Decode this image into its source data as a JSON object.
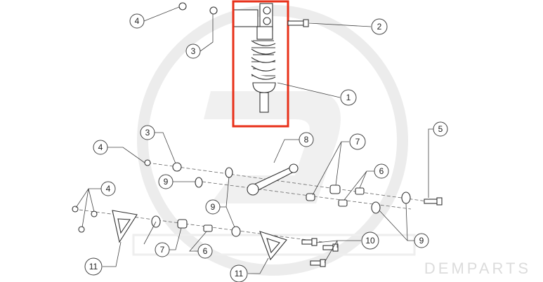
{
  "diagram": {
    "watermark_text": "DEMPARTS",
    "highlight_color": "#e8311a",
    "callouts": [
      {
        "id": "c-4a",
        "label": "4"
      },
      {
        "id": "c-3a",
        "label": "3"
      },
      {
        "id": "c-2",
        "label": "2"
      },
      {
        "id": "c-1",
        "label": "1"
      },
      {
        "id": "c-3b",
        "label": "3"
      },
      {
        "id": "c-8",
        "label": "8"
      },
      {
        "id": "c-7a",
        "label": "7"
      },
      {
        "id": "c-5",
        "label": "5"
      },
      {
        "id": "c-4b",
        "label": "4"
      },
      {
        "id": "c-6a",
        "label": "6"
      },
      {
        "id": "c-4c",
        "label": "4"
      },
      {
        "id": "c-9a",
        "label": "9"
      },
      {
        "id": "c-9b",
        "label": "9"
      },
      {
        "id": "c-9c",
        "label": "9"
      },
      {
        "id": "c-10",
        "label": "10"
      },
      {
        "id": "c-7b",
        "label": "7"
      },
      {
        "id": "c-6b",
        "label": "6"
      },
      {
        "id": "c-11a",
        "label": "11"
      },
      {
        "id": "c-11b",
        "label": "11"
      }
    ]
  }
}
